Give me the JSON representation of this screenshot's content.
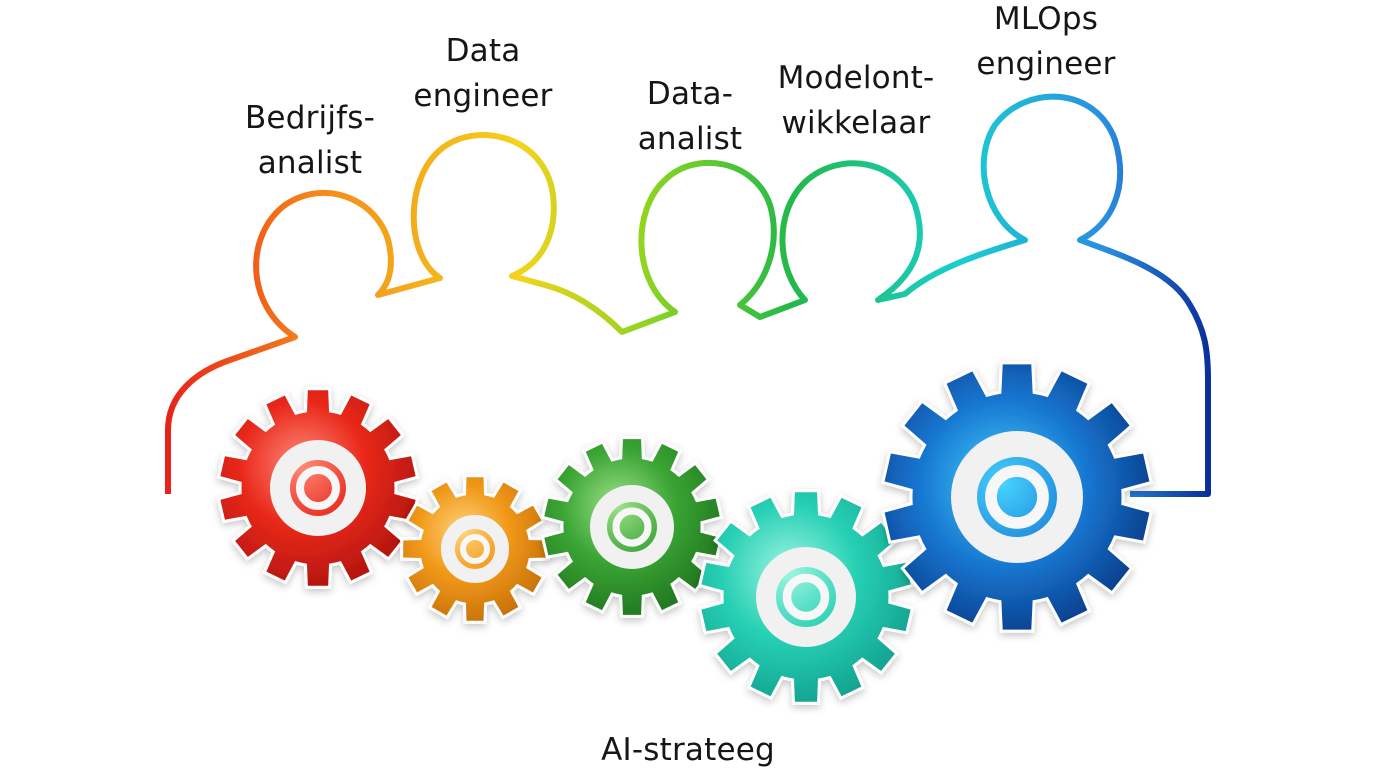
{
  "roles": [
    {
      "id": "bedrijfsanalist",
      "lines": [
        "Bedrijfs-",
        "analist"
      ],
      "color": "#f04a1c"
    },
    {
      "id": "data-engineer",
      "lines": [
        "Data",
        "engineer"
      ],
      "color": "#f2a51a"
    },
    {
      "id": "data-analist",
      "lines": [
        "Data-",
        "analist"
      ],
      "color": "#9ad41e"
    },
    {
      "id": "modelontwikkelaar",
      "lines": [
        "Modelont-",
        "wikkelaar"
      ],
      "color": "#1fb34a"
    },
    {
      "id": "mlops-engineer",
      "lines": [
        "MLOps",
        "engineer"
      ],
      "color": "#1ec8d8"
    }
  ],
  "center_label": "AI-strateeg",
  "gear_colors": [
    "#e62a1c",
    "#ef9414",
    "#3aa534",
    "#22cfb4",
    "#0d5fb5"
  ],
  "outline_gradient": [
    "#e8201a",
    "#f5861a",
    "#f3d41c",
    "#8fd41f",
    "#22b94a",
    "#19cfd0",
    "#2a8ee0",
    "#0a2e9a"
  ]
}
